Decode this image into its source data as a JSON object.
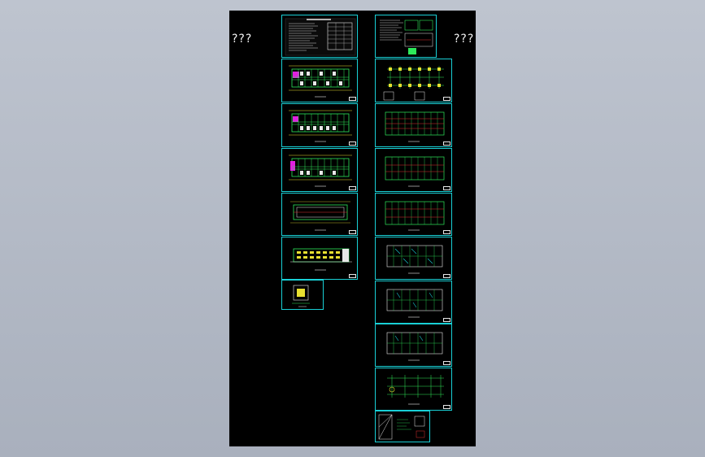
{
  "viewer": {
    "left_label": "???",
    "right_label": "???"
  },
  "colors": {
    "background_top": "#bec4cf",
    "background_bottom": "#a9b0bd",
    "drawing_area": "#000000",
    "sheet_border": "#19d0d6",
    "plan_lines": "#2ee85a",
    "highlight": "#e020e0",
    "text_white": "#e8e8e8",
    "axis_red": "#e03030",
    "accent_yellow": "#e8e030"
  },
  "left_column": {
    "sheets": [
      {
        "kind": "notes-sheet"
      },
      {
        "kind": "floor-plan-1"
      },
      {
        "kind": "floor-plan-2"
      },
      {
        "kind": "floor-plan-3"
      },
      {
        "kind": "roof-plan"
      },
      {
        "kind": "elevation"
      },
      {
        "kind": "detail-small"
      }
    ]
  },
  "right_column": {
    "sheets": [
      {
        "kind": "structure-notes"
      },
      {
        "kind": "foundation-plan"
      },
      {
        "kind": "beam-plan-1"
      },
      {
        "kind": "beam-plan-2"
      },
      {
        "kind": "beam-plan-3"
      },
      {
        "kind": "slab-plan-1"
      },
      {
        "kind": "slab-plan-2"
      },
      {
        "kind": "slab-plan-3"
      },
      {
        "kind": "column-grid"
      },
      {
        "kind": "stair-detail"
      }
    ]
  }
}
